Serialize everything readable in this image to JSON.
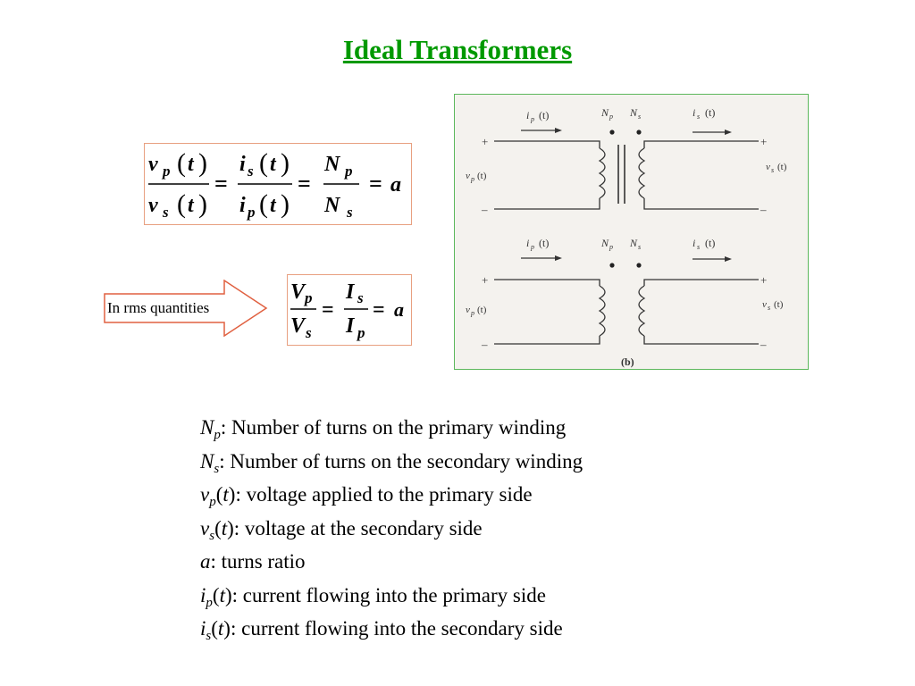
{
  "title": "Ideal Transformers",
  "colors": {
    "title": "#009900",
    "eq_border": "#e8a080",
    "arrow_border": "#e06040",
    "figure_border": "#5cb85c"
  },
  "arrow_label": "In rms quantities",
  "equation1": {
    "num1": "v",
    "num1_sub": "p",
    "den1": "v",
    "den1_sub": "s",
    "arg": "t",
    "num2": "i",
    "num2_sub": "s",
    "den2": "i",
    "den2_sub": "p",
    "num3": "N",
    "num3_sub": "p",
    "den3": "N",
    "den3_sub": "s",
    "eq": "=",
    "rhs": "a",
    "lpar": "(",
    "rpar": ")"
  },
  "equation2": {
    "num1": "V",
    "num1_sub": "p",
    "den1": "V",
    "den1_sub": "s",
    "num2": "I",
    "num2_sub": "s",
    "den2": "I",
    "den2_sub": "p",
    "eq": "=",
    "rhs": "a"
  },
  "figure": {
    "ip_label": "i",
    "ip_sub": "p",
    "is_label": "i",
    "is_sub": "s",
    "arg_label": "(t)",
    "np_label": "N",
    "np_sub": "p",
    "ns_label": "N",
    "ns_sub": "s",
    "vp_label": "v",
    "vp_sub": "p",
    "vs_label": "v",
    "vs_sub": "s",
    "plus": "+",
    "minus": "–",
    "caption": "(b)"
  },
  "definitions": [
    {
      "sym": "N",
      "sub": "p",
      "arg": "",
      "text": ": Number of turns on the primary winding"
    },
    {
      "sym": "N",
      "sub": "s",
      "arg": "",
      "text": ": Number of turns on the secondary winding"
    },
    {
      "sym": "v",
      "sub": "p",
      "arg": "t",
      "text": ": voltage applied to the primary side"
    },
    {
      "sym": "v",
      "sub": "s",
      "arg": "t",
      "text": ": voltage at the secondary side"
    },
    {
      "sym": "a",
      "sub": "",
      "arg": "",
      "text": ": turns ratio"
    },
    {
      "sym": "i",
      "sub": "p",
      "arg": "t",
      "text": ": current flowing into the primary side"
    },
    {
      "sym": "i",
      "sub": "s",
      "arg": "t",
      "text": ": current flowing into the secondary side"
    }
  ]
}
